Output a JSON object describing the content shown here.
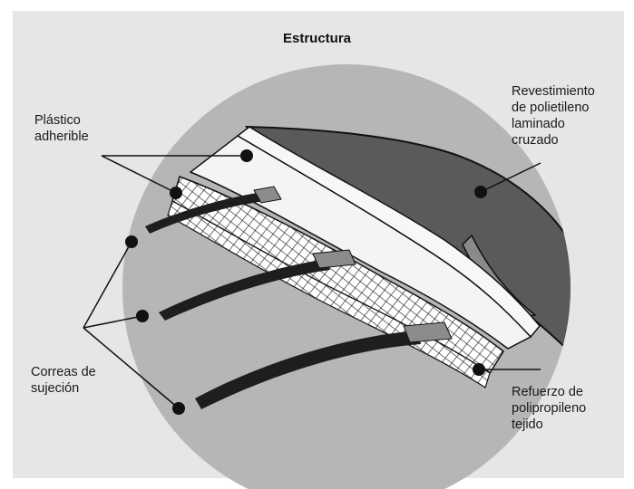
{
  "diagram": {
    "title": "Estructura",
    "labels": {
      "plastic": "Plástico\nadherible",
      "coating": "Revestimiento\nde polietileno\nlaminado\ncruzado",
      "straps": "Correas de\nsujeción",
      "reinforcement": "Refuerzo de\npolipropileno\ntejido"
    }
  },
  "colors": {
    "panel_bg": "#e6e6e6",
    "circle": "#b6b6b6",
    "coating_dark": "#5a5a5a",
    "coating_mid": "#8a8a8a",
    "edge_light": "#f7f7f7",
    "strap": "#1e1e1e",
    "tab": "#8c8c8c",
    "mesh_bg": "#ffffff"
  }
}
